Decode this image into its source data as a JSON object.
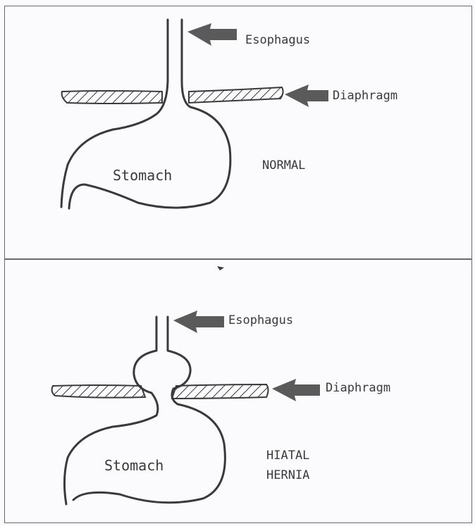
{
  "colors": {
    "ink": "#3a3a3a",
    "arrow": "#5a5a5a",
    "paper": "#fbfbfd"
  },
  "normal": {
    "esophagus_label": "Esophagus",
    "diaphragm_label": "Diaphragm",
    "stomach_label": "Stomach",
    "status_label": "NORMAL"
  },
  "hernia": {
    "esophagus_label": "Esophagus",
    "diaphragm_label": "Diaphragm",
    "stomach_label": "Stomach",
    "status_line1": "HIATAL",
    "status_line2": "HERNIA"
  }
}
